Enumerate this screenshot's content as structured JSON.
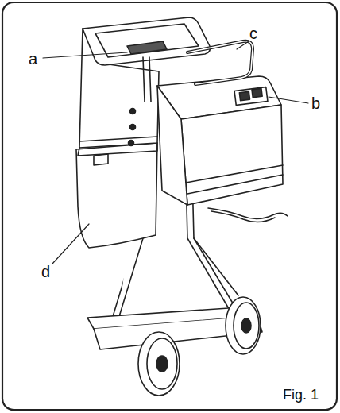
{
  "diagram": {
    "labels": [
      "a",
      "b",
      "c",
      "d",
      "Fig. 1"
    ]
  }
}
